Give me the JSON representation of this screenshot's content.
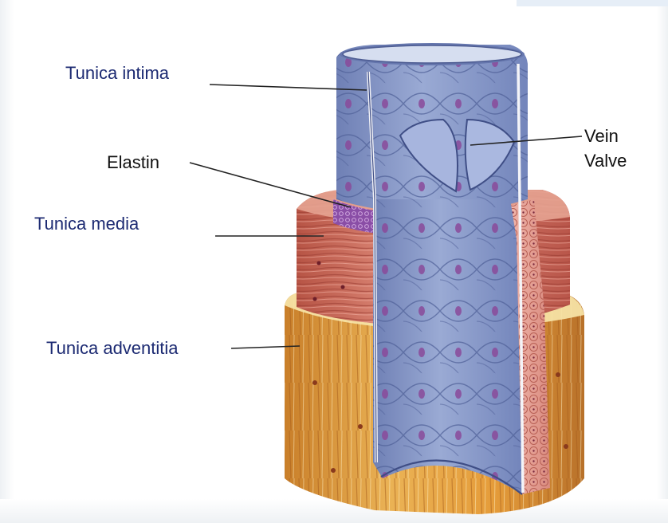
{
  "labels": {
    "tunica_intima": "Tunica intima",
    "elastin": "Elastin",
    "tunica_media": "Tunica media",
    "tunica_adventitia": "Tunica adventitia",
    "vein": "Vein",
    "valve": "Valve"
  },
  "colors": {
    "intima": "#8d9dcb",
    "intima_dark": "#5d6ea6",
    "nucleus": "#8a4a9a",
    "elastin": "#8a4ea6",
    "media": "#d27d6f",
    "media_dark": "#a9463b",
    "adventitia": "#e2a646",
    "adventitia_light": "#f5dfa0",
    "inner_wall": "#e9a9a0",
    "label_blue": "#1c2a72"
  }
}
